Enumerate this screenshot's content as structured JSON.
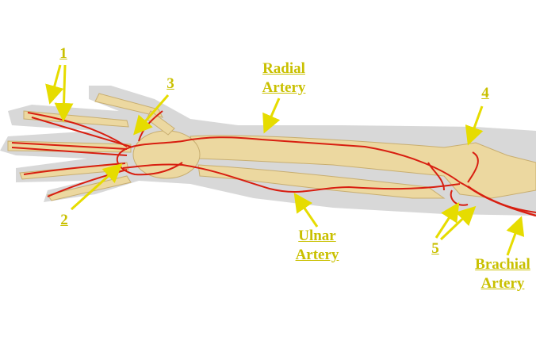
{
  "colors": {
    "label": "#c9c000",
    "artery": "#d81e10",
    "bone": "#e8d39a",
    "silhouette": "#d6d6d6"
  },
  "labels": {
    "n1": "1",
    "n2": "2",
    "n3": "3",
    "n4": "4",
    "n5": "5",
    "radial": [
      "Radial",
      "Artery"
    ],
    "ulnar": [
      "Ulnar",
      "Artery"
    ],
    "brachial": [
      "Brachial",
      "Artery"
    ]
  }
}
